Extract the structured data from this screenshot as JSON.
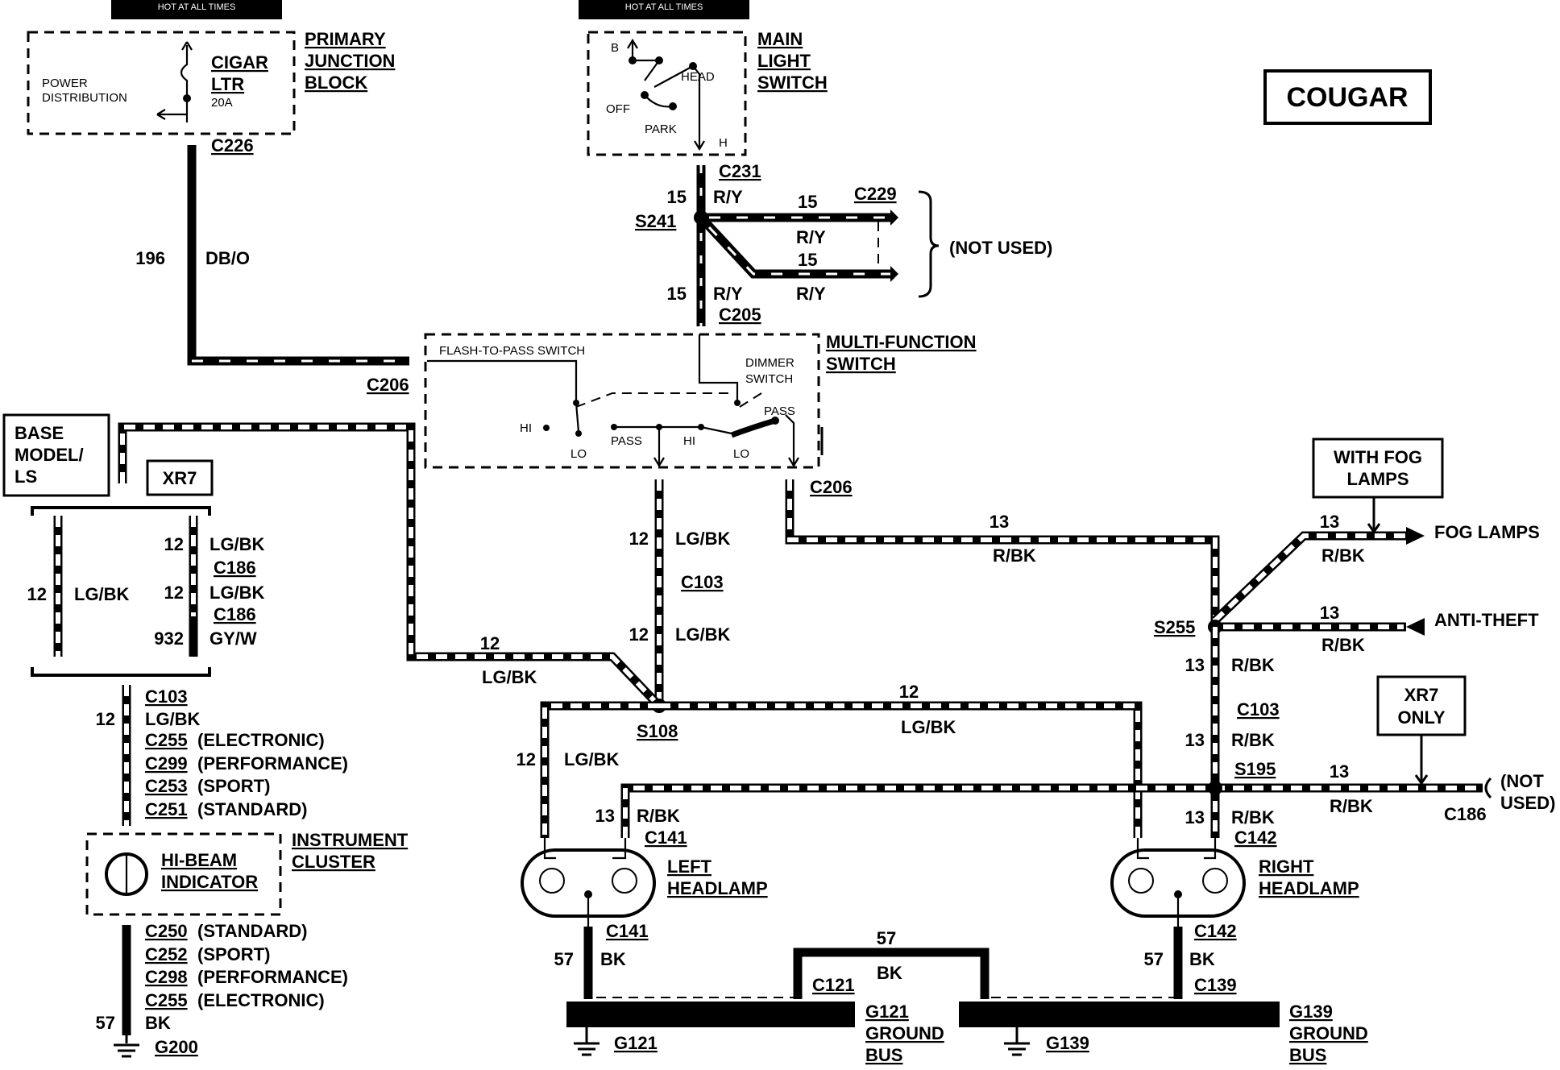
{
  "header_banners": [
    "HOT AT ALL TIMES",
    "HOT AT ALL TIMES"
  ],
  "model_badge": "COUGAR",
  "components": {
    "primary_junction_block": {
      "name_lines": [
        "PRIMARY",
        "JUNCTION",
        "BLOCK"
      ],
      "power_dist": [
        "POWER",
        "DISTRIBUTION"
      ],
      "fuse_lines": [
        "CIGAR",
        "LTR"
      ],
      "fuse_rating": "20A"
    },
    "main_light_switch": {
      "name_lines": [
        "MAIN",
        "LIGHT",
        "SWITCH"
      ],
      "positions": [
        "B",
        "HEAD",
        "OFF",
        "PARK",
        "H"
      ]
    },
    "multi_function_switch": {
      "name_lines": [
        "MULTI-FUNCTION",
        "SWITCH"
      ],
      "flash_to_pass": "FLASH-TO-PASS SWITCH",
      "dimmer": [
        "DIMMER",
        "SWITCH"
      ],
      "contacts": [
        "HI",
        "LO",
        "PASS",
        "HI",
        "LO",
        "PASS"
      ]
    },
    "instrument_cluster": {
      "name_lines": [
        "INSTRUMENT",
        "CLUSTER"
      ],
      "indicator_lines": [
        "HI-BEAM",
        "INDICATOR"
      ]
    },
    "left_headlamp": {
      "name_lines": [
        "LEFT",
        "HEADLAMP"
      ]
    },
    "right_headlamp": {
      "name_lines": [
        "RIGHT",
        "HEADLAMP"
      ]
    },
    "g121_bus": {
      "name_lines": [
        "G121",
        "GROUND",
        "BUS"
      ]
    },
    "g139_bus": {
      "name_lines": [
        "G139",
        "GROUND",
        "BUS"
      ]
    }
  },
  "notes": {
    "base_model": [
      "BASE",
      "MODEL/",
      "LS"
    ],
    "xr7": "XR7",
    "with_fog": [
      "WITH FOG",
      "LAMPS"
    ],
    "xr7_only": [
      "XR7",
      "ONLY"
    ],
    "not_used_top": "(NOT USED)",
    "not_used_right": [
      "(NOT",
      "USED)"
    ],
    "fog_lamps": "FOG LAMPS",
    "anti_theft": "ANTI-THEFT"
  },
  "connectors": {
    "c226": "C226",
    "c231": "C231",
    "c229": "C229",
    "s241": "S241",
    "c205": "C205",
    "c206_left": "C206",
    "c206_right": "C206",
    "c103_mid": "C103",
    "c103_left": "C103",
    "c103_right": "C103",
    "c186_a": "C186",
    "c186_b": "C186",
    "c186_right": "C186",
    "s108": "S108",
    "s255": "S255",
    "s195": "S195",
    "c141_top": "C141",
    "c142_top": "C142",
    "c141_bot": "C141",
    "c142_bot": "C142",
    "c121": "C121",
    "c139": "C139",
    "g121": "G121",
    "g139": "G139",
    "g200": "G200"
  },
  "cluster_connectors_top": [
    {
      "id": "C255",
      "desc": "(ELECTRONIC)"
    },
    {
      "id": "C299",
      "desc": "(PERFORMANCE)"
    },
    {
      "id": "C253",
      "desc": "(SPORT)"
    },
    {
      "id": "C251",
      "desc": "(STANDARD)"
    }
  ],
  "cluster_connectors_bottom": [
    {
      "id": "C250",
      "desc": "(STANDARD)"
    },
    {
      "id": "C252",
      "desc": "(SPORT)"
    },
    {
      "id": "C298",
      "desc": "(PERFORMANCE)"
    },
    {
      "id": "C255",
      "desc": "(ELECTRONIC)"
    }
  ],
  "wires": {
    "w196": {
      "circuit": "196",
      "color": "DB/O"
    },
    "w15_a": {
      "circuit": "15",
      "color": "R/Y"
    },
    "w15_b": {
      "circuit": "15",
      "color": "R/Y"
    },
    "w15_c": {
      "circuit": "15",
      "color": "R/Y"
    },
    "w15_d": {
      "circuit": "15",
      "color": "R/Y"
    },
    "w12_mid_a": {
      "circuit": "12",
      "color": "LG/BK"
    },
    "w12_mid_b": {
      "circuit": "12",
      "color": "LG/BK"
    },
    "w12_left_top": {
      "circuit": "12",
      "color": "LG/BK"
    },
    "w12_lh": {
      "circuit": "12",
      "color": "LG/BK"
    },
    "w12_h": {
      "circuit": "12",
      "color": "LG/BK"
    },
    "w12_base": {
      "circuit": "12",
      "color": "LG/BK"
    },
    "w12_xr7_a": {
      "circuit": "12",
      "color": "LG/BK"
    },
    "w12_xr7_b": {
      "circuit": "12",
      "color": "LG/BK"
    },
    "w932": {
      "circuit": "932",
      "color": "GY/W"
    },
    "w12_cluster": {
      "circuit": "12",
      "color": "LG/BK"
    },
    "w13_top": {
      "circuit": "13",
      "color": "R/BK"
    },
    "w13_fog": {
      "circuit": "13",
      "color": "R/BK"
    },
    "w13_anti": {
      "circuit": "13",
      "color": "R/BK"
    },
    "w13_r1": {
      "circuit": "13",
      "color": "R/BK"
    },
    "w13_r2": {
      "circuit": "13",
      "color": "R/BK"
    },
    "w13_r3": {
      "circuit": "13",
      "color": "R/BK"
    },
    "w13_xr7": {
      "circuit": "13",
      "color": "R/BK"
    },
    "w13_left": {
      "circuit": "13",
      "color": "R/BK"
    },
    "w57_left": {
      "circuit": "57",
      "color": "BK"
    },
    "w57_right": {
      "circuit": "57",
      "color": "BK"
    },
    "w57_mid": {
      "circuit": "57",
      "color": "BK"
    },
    "w57_cluster": {
      "circuit": "57",
      "color": "BK"
    }
  }
}
